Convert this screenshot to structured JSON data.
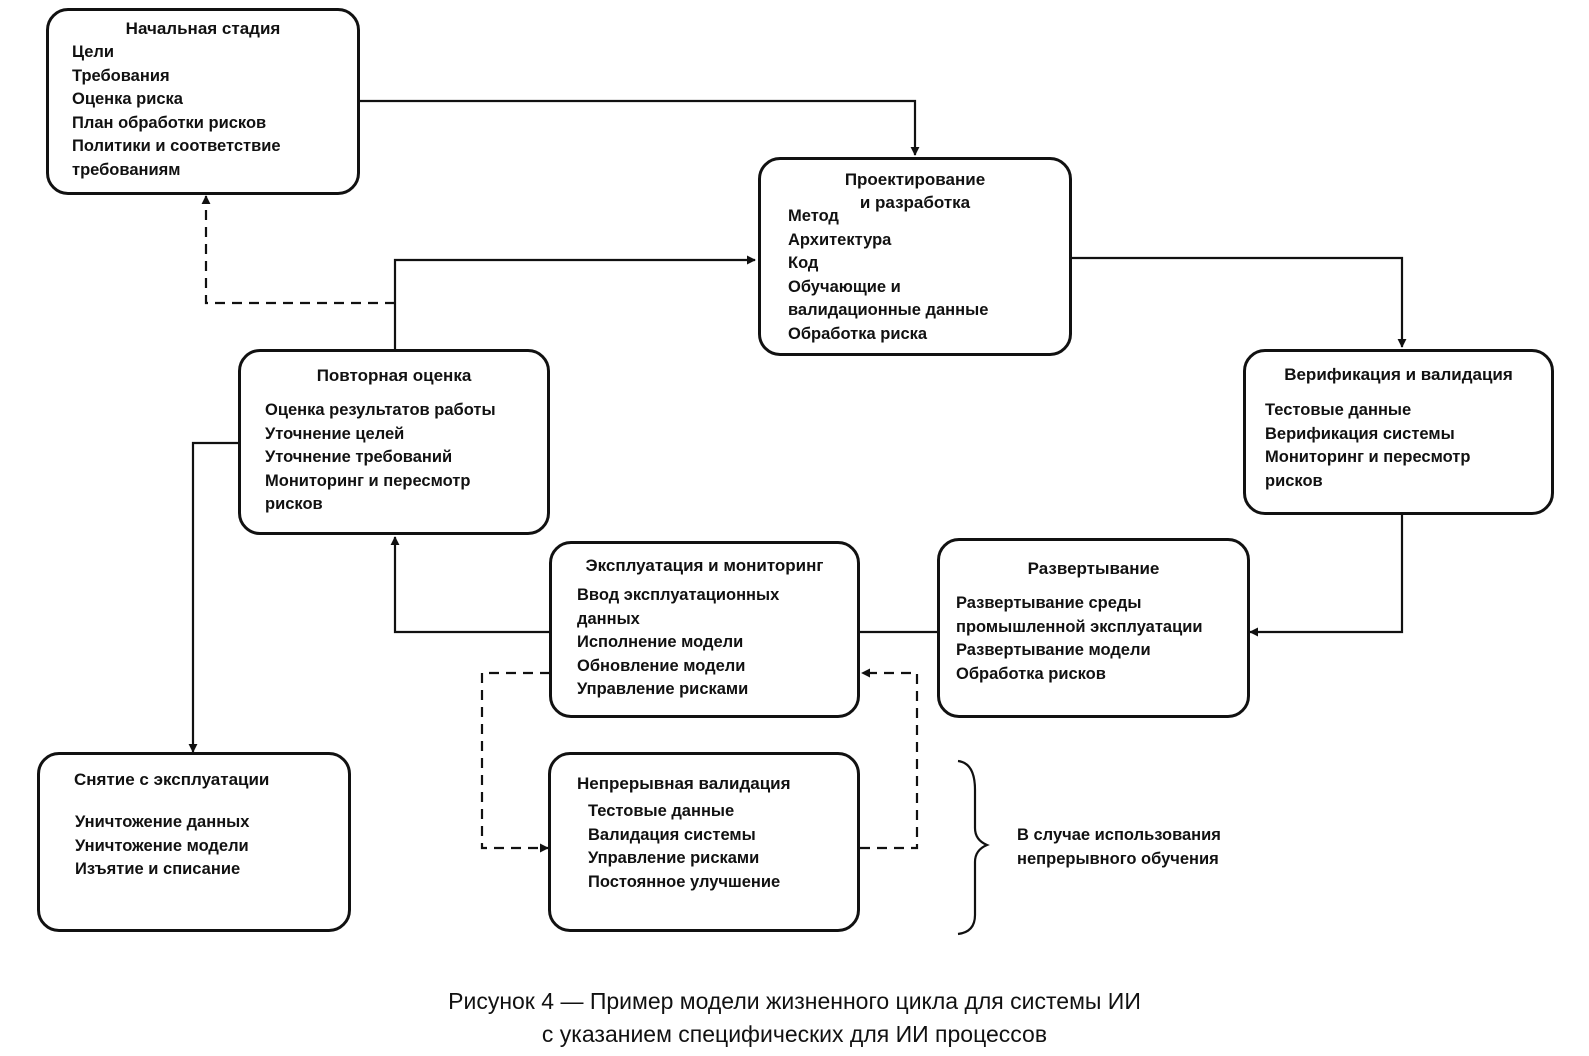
{
  "boxes": {
    "initial": {
      "title": "Начальная стадия",
      "items": [
        "Цели",
        "Требования",
        "Оценка риска",
        "План обработки рисков",
        "Политики и соответствие",
        "требованиям"
      ]
    },
    "design": {
      "title_line1": "Проектирование",
      "title_line2": "и разработка",
      "items": [
        "Метод",
        "Архитектура",
        "Код",
        "Обучающие и",
        "валидационные данные",
        "Обработка риска"
      ]
    },
    "verification": {
      "title": "Верификация и валидация",
      "items": [
        "Тестовые данные",
        "Верификация системы",
        "Мониторинг и пересмотр",
        "рисков"
      ]
    },
    "reassessment": {
      "title": "Повторная оценка",
      "items": [
        "Оценка результатов работы",
        "Уточнение целей",
        "Уточнение требований",
        "Мониторинг и пересмотр",
        "рисков"
      ]
    },
    "operation": {
      "title": "Эксплуатация и мониторинг",
      "items": [
        "Ввод эксплуатационных",
        "данных",
        "Исполнение модели",
        "Обновление модели",
        "Управление рисками"
      ]
    },
    "deployment": {
      "title": "Развертывание",
      "items": [
        "Развертывание среды",
        "промышленной эксплуатации",
        "Развертывание модели",
        "Обработка рисков"
      ]
    },
    "retirement": {
      "title": "Снятие с эксплуатации",
      "items": [
        "Уничтожение данных",
        "Уничтожение модели",
        "Изъятие и списание"
      ]
    },
    "continuous": {
      "title": "Непрерывная валидация",
      "items": [
        "Тестовые данные",
        "Валидация системы",
        "Управление рисками",
        "Постоянное улучшение"
      ]
    }
  },
  "note": {
    "line1": "В случае использования",
    "line2": "непрерывного обучения"
  },
  "caption": {
    "line1": "Рисунок 4 — Пример модели жизненного цикла для системы ИИ",
    "line2": "с указанием специфических для ИИ процессов"
  },
  "colors": {
    "stroke": "#111111",
    "background": "#ffffff"
  }
}
